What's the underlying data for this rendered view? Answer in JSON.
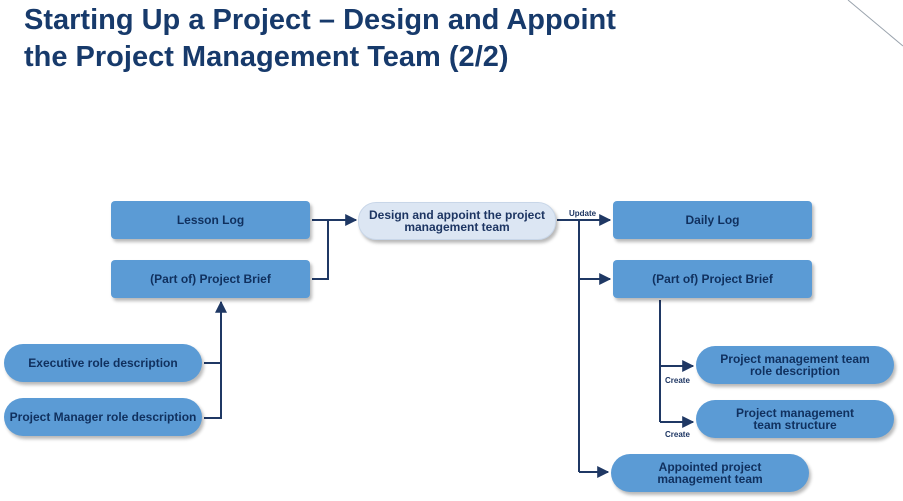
{
  "title": {
    "line1": "Starting Up a Project – Design and Appoint",
    "line2": "the Project Management Team (2/2)"
  },
  "colors": {
    "title": "#173a6b",
    "node_fill": "#5b9bd5",
    "center_fill": "#dce6f3",
    "connector": "#1f3864",
    "node_text": "#10305e"
  },
  "diagram": {
    "inputs": {
      "lesson_log": "Lesson Log",
      "project_brief": "(Part of) Project Brief",
      "executive_role": "Executive role description",
      "pm_role": "Project Manager role description"
    },
    "activity": "Design and appoint the project management team",
    "outputs": {
      "daily_log": "Daily Log",
      "project_brief": "(Part of) Project Brief",
      "team_role_description": "Project management team role description",
      "team_structure": "Project management team structure",
      "appointed_team": "Appointed project management team"
    },
    "edge_labels": {
      "update": "Update",
      "create_1": "Create",
      "create_2": "Create"
    }
  }
}
